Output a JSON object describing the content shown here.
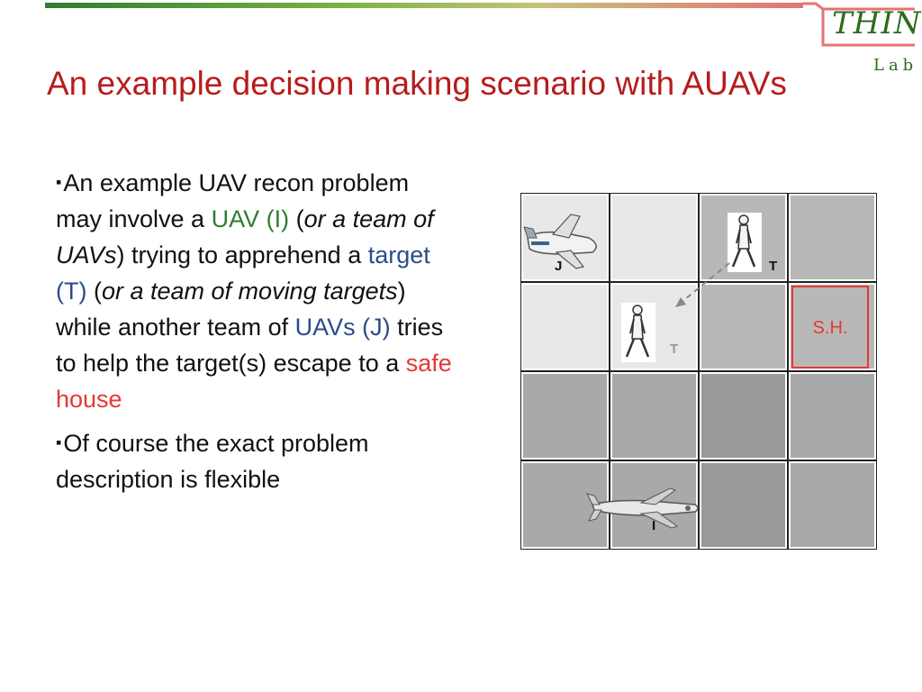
{
  "slide": {
    "title": "An example decision making scenario with AUAVs",
    "logo": {
      "word": "THINC",
      "sub": "Lab"
    }
  },
  "bullets": [
    {
      "segments": [
        {
          "text": "An example UAV recon problem may involve a ",
          "style": "plain"
        },
        {
          "text": "UAV (I)",
          "style": "green"
        },
        {
          "text": " (",
          "style": "plain"
        },
        {
          "text": "or a team of UAVs",
          "style": "italic"
        },
        {
          "text": ") trying to apprehend a ",
          "style": "plain"
        },
        {
          "text": "target (T)",
          "style": "blue"
        },
        {
          "text": " (",
          "style": "plain"
        },
        {
          "text": "or a team of moving targets",
          "style": "italic"
        },
        {
          "text": ") while another team of ",
          "style": "plain"
        },
        {
          "text": "UAVs (J)",
          "style": "blue"
        },
        {
          "text": " tries to help the target(s) escape to a ",
          "style": "plain"
        },
        {
          "text": "safe house",
          "style": "red"
        }
      ]
    },
    {
      "segments": [
        {
          "text": "Of course the exact problem description is flexible",
          "style": "plain"
        }
      ]
    }
  ],
  "bullet_glyph": "▪",
  "grid": {
    "cell_colors": {
      "light": "#e8e8e8",
      "dark": "#b8b8b8"
    },
    "labels": {
      "j": "J",
      "t_start": "T",
      "t_next": "T",
      "i": "I",
      "safe_house": "S.H."
    }
  }
}
